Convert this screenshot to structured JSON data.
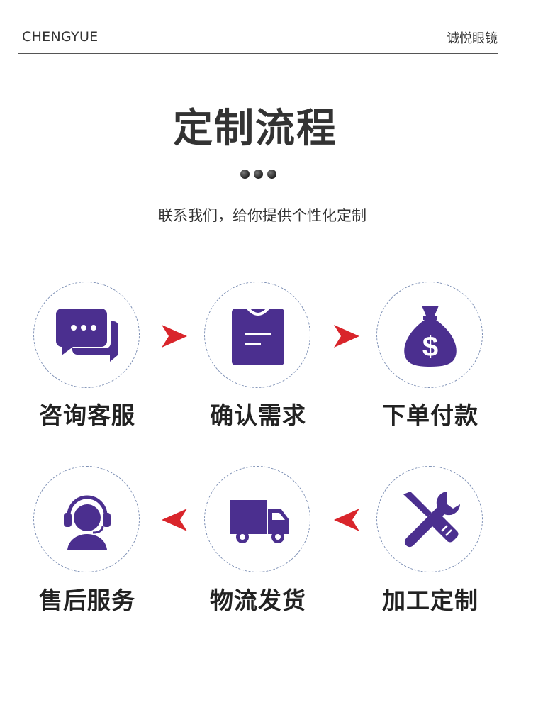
{
  "header": {
    "brand": "CHENGYUE",
    "brand_cn": "诚悦眼镜"
  },
  "title": "定制流程",
  "subtitle": "联系我们，给你提供个性化定制",
  "steps": [
    {
      "label": "咨询客服",
      "icon": "chat-bubbles-icon"
    },
    {
      "label": "确认需求",
      "icon": "document-icon"
    },
    {
      "label": "下单付款",
      "icon": "money-bag-icon"
    },
    {
      "label": "加工定制",
      "icon": "tools-icon"
    },
    {
      "label": "物流发货",
      "icon": "delivery-truck-icon"
    },
    {
      "label": "售后服务",
      "icon": "customer-service-icon"
    }
  ],
  "colors": {
    "icon": "#4b2f8f",
    "arrow": "#d9252b",
    "ring": "#7a8db3"
  }
}
